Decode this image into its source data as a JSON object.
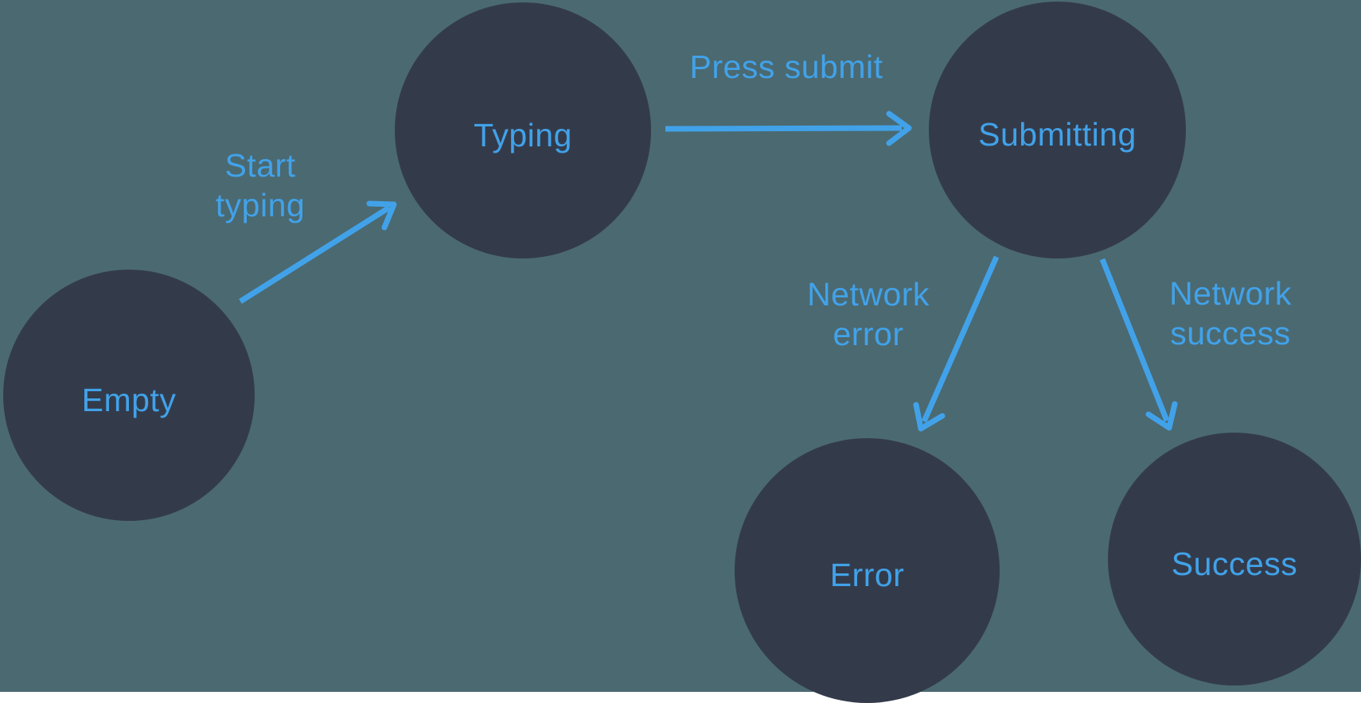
{
  "colors": {
    "background": "#4B6971",
    "node_fill": "#333B4B",
    "accent": "#41A2E9"
  },
  "nodes": [
    {
      "id": "empty",
      "label": "Empty"
    },
    {
      "id": "typing",
      "label": "Typing"
    },
    {
      "id": "submitting",
      "label": "Submitting"
    },
    {
      "id": "error",
      "label": "Error"
    },
    {
      "id": "success",
      "label": "Success"
    }
  ],
  "edges": [
    {
      "from": "Empty",
      "to": "Typing",
      "label": "Start typing",
      "label_lines": [
        "Start",
        "typing"
      ]
    },
    {
      "from": "Typing",
      "to": "Submitting",
      "label": "Press submit",
      "label_lines": [
        "Press submit"
      ]
    },
    {
      "from": "Submitting",
      "to": "Error",
      "label": "Network error",
      "label_lines": [
        "Network",
        "error"
      ]
    },
    {
      "from": "Submitting",
      "to": "Success",
      "label": "Network success",
      "label_lines": [
        "Network",
        "success"
      ]
    }
  ]
}
